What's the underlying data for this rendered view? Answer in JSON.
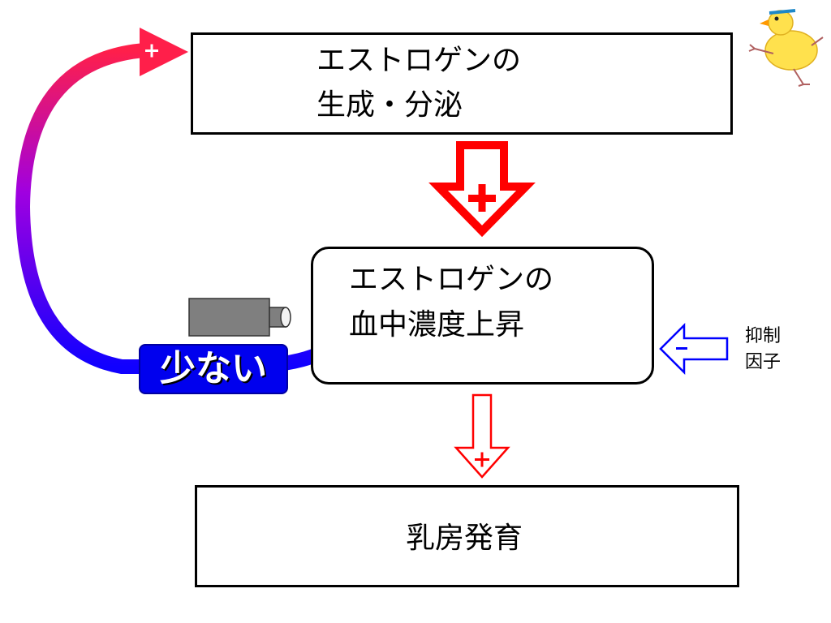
{
  "top_box": {
    "line1": "エストロゲンの",
    "line2": "生成・分泌"
  },
  "middle_box": {
    "line1": "エストロゲンの",
    "line2": "血中濃度上昇"
  },
  "bottom_box": {
    "label": "乳房発育"
  },
  "feedback": {
    "badge": "少ない",
    "plus_sign": "+"
  },
  "inhibitor": {
    "line1": "抑制",
    "line2": "因子"
  },
  "colors": {
    "red": "#ff0000",
    "blue": "#0000ff",
    "magenta": "#ff0066",
    "purple": "#8800ff",
    "gray": "#7f7f7f"
  },
  "icons": [
    "up-arrow-icon",
    "down-arrow-icon",
    "left-arrow-icon",
    "plus-icon",
    "minus-icon",
    "pipe-icon",
    "chick-icon"
  ]
}
